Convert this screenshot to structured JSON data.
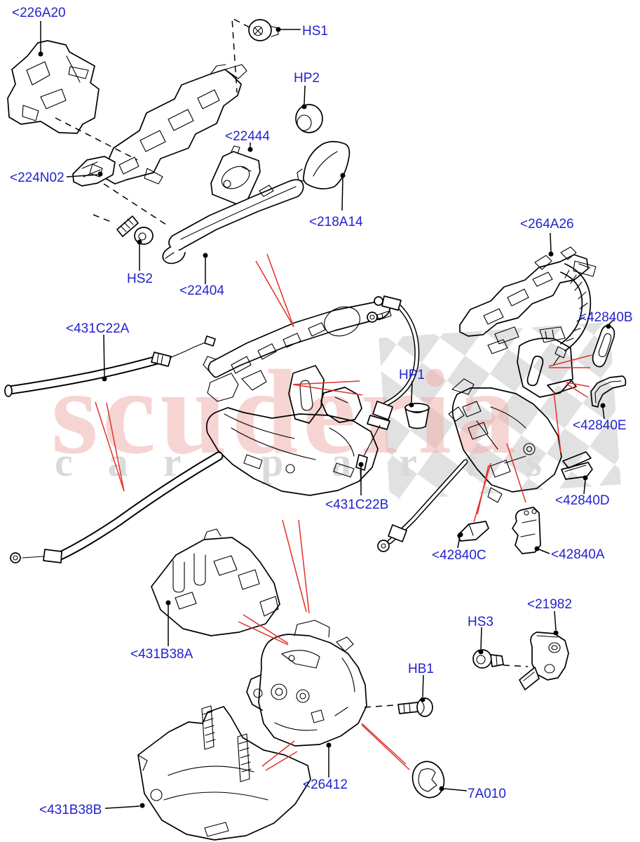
{
  "diagram": {
    "description": "Exploded parts diagram - front door lock controls and door handle",
    "labels": [
      {
        "id": "226A20",
        "text": "<226A20"
      },
      {
        "id": "HS1",
        "text": "HS1"
      },
      {
        "id": "HP2",
        "text": "HP2"
      },
      {
        "id": "22444",
        "text": "<22444"
      },
      {
        "id": "224N02",
        "text": "<224N02"
      },
      {
        "id": "218A14",
        "text": "<218A14"
      },
      {
        "id": "264A26",
        "text": "<264A26"
      },
      {
        "id": "HS2",
        "text": "HS2"
      },
      {
        "id": "22404",
        "text": "<22404"
      },
      {
        "id": "431C22A",
        "text": "<431C22A"
      },
      {
        "id": "42840B",
        "text": "<42840B"
      },
      {
        "id": "HP1",
        "text": "HP1"
      },
      {
        "id": "42840E",
        "text": "<42840E"
      },
      {
        "id": "431C22B",
        "text": "<431C22B"
      },
      {
        "id": "42840D",
        "text": "<42840D"
      },
      {
        "id": "42840C",
        "text": "<42840C"
      },
      {
        "id": "42840A",
        "text": "<42840A"
      },
      {
        "id": "21982",
        "text": "<21982"
      },
      {
        "id": "HS3",
        "text": "HS3"
      },
      {
        "id": "HB1",
        "text": "HB1"
      },
      {
        "id": "431B38A",
        "text": "<431B38A"
      },
      {
        "id": "26412",
        "text": "<26412"
      },
      {
        "id": "7A010",
        "text": "7A010"
      },
      {
        "id": "431B38B",
        "text": "<431B38B"
      }
    ],
    "watermark": {
      "brand": "scuderia",
      "tagline_left": "car",
      "tagline_right": "parts"
    },
    "colors": {
      "background": "#ffffff",
      "label_blue": "#2323cf",
      "line_black": "#000000",
      "leader_red": "#e23028",
      "watermark_pink": "#efb1ac",
      "watermark_gray": "#d9d9d9"
    }
  }
}
